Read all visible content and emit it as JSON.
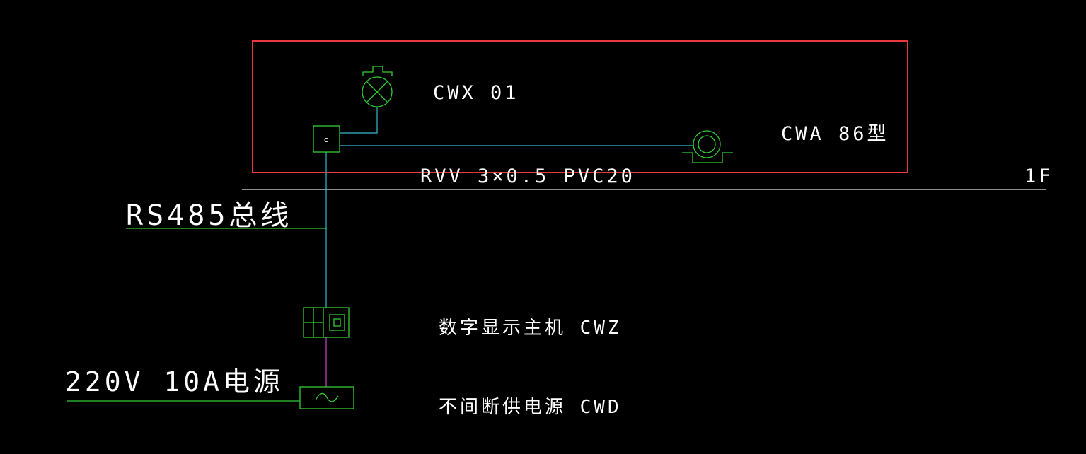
{
  "colors": {
    "background": "#000000",
    "highlight_box": "#e8383d",
    "symbol_green": "#33cc33",
    "wire_cyan": "#33bbcc",
    "wire_magenta": "#cc44cc",
    "line_white": "#e6e6e6",
    "text": "#ffffff"
  },
  "labels": {
    "lamp": "CWX 01",
    "sounder": "CWA 86型",
    "cable": "RVV 3×0.5 PVC20",
    "floor": "1F",
    "bus": "RS485总线",
    "host": "数字显示主机  CWZ",
    "power": "220V  10A电源",
    "ups": "不间断供电源  CWD"
  },
  "symbols": {
    "controller_letter": "c",
    "lamp": "cross-lamp-icon",
    "sounder": "sounder-icon",
    "host": "display-host-icon",
    "ups": "power-supply-icon"
  }
}
